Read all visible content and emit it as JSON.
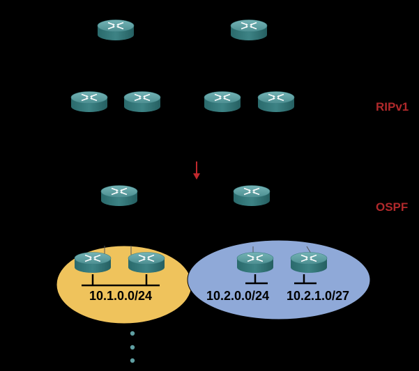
{
  "protocols": {
    "upper": "RIPv1",
    "lower": "OSPF",
    "label_color": "#b0292b"
  },
  "arrow_color": "#c0282d",
  "colors": {
    "background": "#000000",
    "area_left": "#efc35c",
    "area_right": "#8fa9d8",
    "router_top": "#5f9fa2",
    "router_side": "#2f7274",
    "router_arrows": "#ffffff"
  },
  "areas": [
    {
      "name": "area-left",
      "networks": [
        "10.1.0.0/24"
      ]
    },
    {
      "name": "area-right",
      "networks": [
        "10.2.0.0/24",
        "10.2.1.0/27"
      ]
    }
  ],
  "router_icon": "router-icon",
  "continuation_icon": "vertical-ellipsis-icon"
}
